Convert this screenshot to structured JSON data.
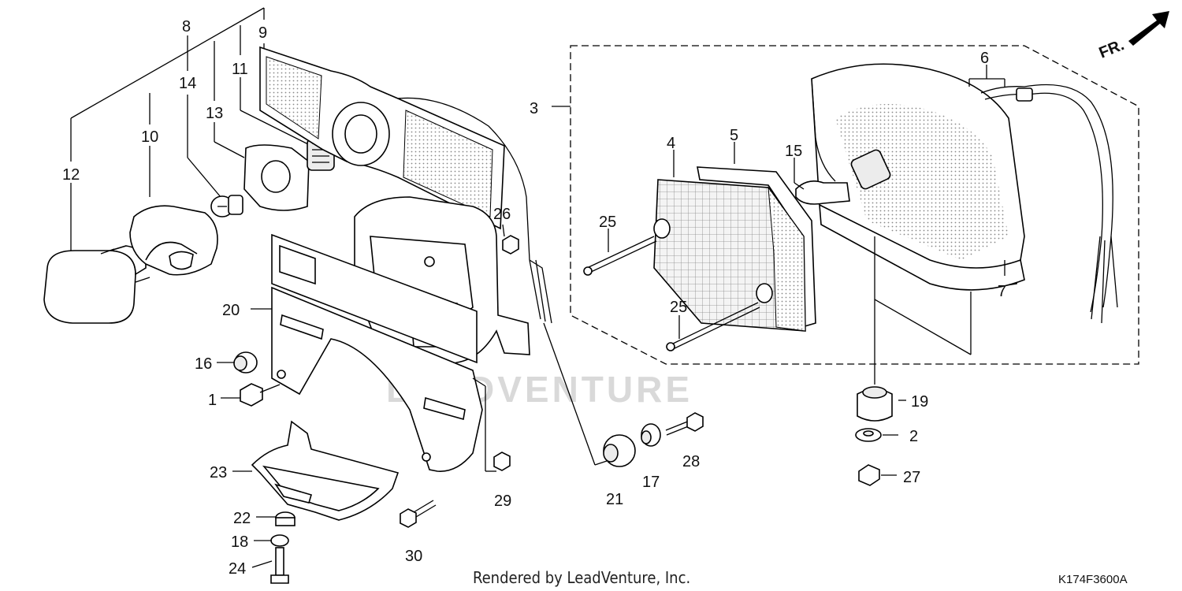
{
  "watermark": "LEADVENTURE",
  "footer": "Rendered by LeadVenture, Inc.",
  "diagram_code": "K174F3600A",
  "direction_label": "FR.",
  "callouts": {
    "c1": "1",
    "c2": "2",
    "c3": "3",
    "c4": "4",
    "c5": "5",
    "c6": "6",
    "c7": "7",
    "c8": "8",
    "c9": "9",
    "c10": "10",
    "c11": "11",
    "c12": "12",
    "c13": "13",
    "c14": "14",
    "c15": "15",
    "c16": "16",
    "c17": "17",
    "c18": "18",
    "c19": "19",
    "c20": "20",
    "c21": "21",
    "c22": "22",
    "c23": "23",
    "c24": "24",
    "c25a": "25",
    "c25b": "25",
    "c26": "26",
    "c27": "27",
    "c28": "28",
    "c29": "29",
    "c30": "30"
  }
}
